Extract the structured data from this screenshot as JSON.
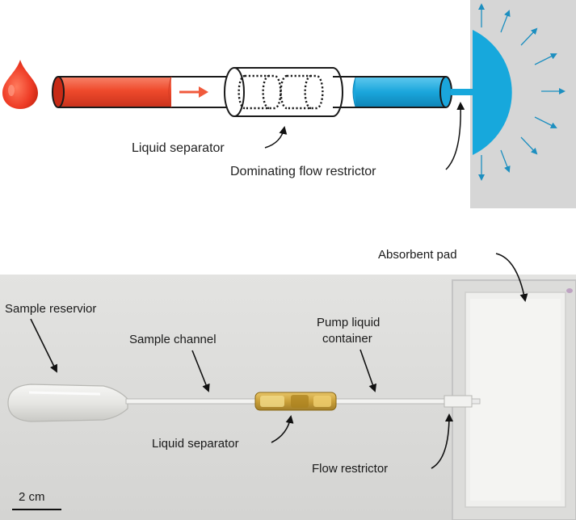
{
  "top_diagram": {
    "labels": {
      "liquid_separator": "Liquid separator",
      "dominating_flow_restrictor": "Dominating flow restrictor"
    },
    "colors": {
      "blood_drop": "#ee3b25",
      "sample_liquid": "#f04a2e",
      "pump_liquid": "#17a8dc",
      "absorbent_panel": "#d8d8d8",
      "flow_arrow": "#f05a3c"
    }
  },
  "photo": {
    "labels": {
      "sample_reservoir": "Sample reservior",
      "sample_channel": "Sample channel",
      "pump_liquid_container_line1": "Pump liquid",
      "pump_liquid_container_line2": "container",
      "absorbent_pad": "Absorbent pad",
      "liquid_separator": "Liquid separator",
      "flow_restrictor": "Flow restrictor",
      "scale_bar": "2 cm"
    }
  }
}
